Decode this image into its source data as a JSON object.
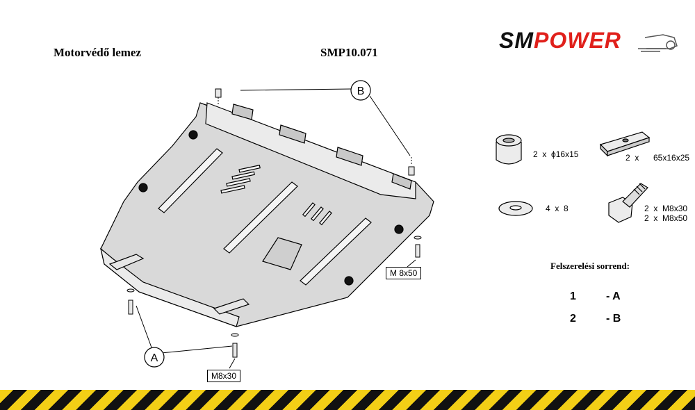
{
  "header": {
    "part_name": "Motorvédő lemez",
    "part_code": "SMP10.071"
  },
  "logo": {
    "sm": "SM",
    "power": "POWER",
    "brand_color": "#e0201b"
  },
  "parts": [
    {
      "qty": "2",
      "x": "x",
      "spec": "ϕ16x15",
      "icon": "spacer-sleeve-icon"
    },
    {
      "qty": "2",
      "x": "x",
      "spec": "65x16x25",
      "icon": "plate-nut-icon"
    },
    {
      "qty": "4",
      "x": "x",
      "spec": "8",
      "icon": "washer-icon"
    },
    {
      "qty": "2",
      "x": "x",
      "spec": "M8x30",
      "icon": "bolt-icon"
    },
    {
      "qty": "2",
      "x": "x",
      "spec": "M8x50"
    }
  ],
  "order": {
    "title": "Felszerelési sorrend:",
    "steps": [
      {
        "num": "1",
        "label": "- A"
      },
      {
        "num": "2",
        "label": "- B"
      }
    ]
  },
  "diagram": {
    "label_a": "A",
    "label_b": "B",
    "bolt_m8x50": "M 8x50",
    "bolt_m8x30": "M8x30"
  },
  "hazard_colors": [
    "#111111",
    "#f3cf16"
  ]
}
